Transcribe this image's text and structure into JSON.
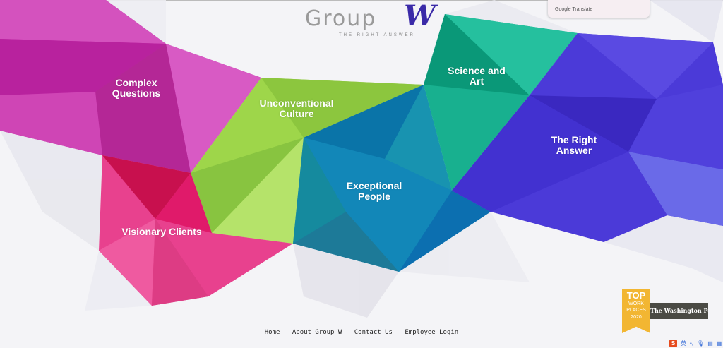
{
  "logo": {
    "word": "Group",
    "mark": "W",
    "tagline": "THE RIGHT ANSWER"
  },
  "translate": {
    "label": "Google Translate"
  },
  "segments": {
    "complex": "Complex\nQuestions",
    "culture": "Unconventional\nCulture",
    "science": "Science and\nArt",
    "answer": "The Right\nAnswer",
    "people": "Exceptional\nPeople",
    "clients": "Visionary Clients"
  },
  "footer": {
    "links": [
      "Home",
      "About Group W",
      "Contact Us",
      "Employee Login"
    ]
  },
  "badge": {
    "line1": "TOP",
    "line2": "WORK",
    "line3": "PLACES",
    "year": "2020",
    "publisher": "The Washington Post"
  },
  "ime": {
    "logo": "S",
    "lang": "英",
    "punct": "•,",
    "mic": "mic-icon",
    "keyboard": "keyboard-icon",
    "grid": "grid-icon"
  },
  "colors": {
    "magenta": "#c42aa8",
    "lime": "#9ed64a",
    "pink": "#e8418e",
    "blue": "#1287b8",
    "teal": "#18b08f",
    "purple": "#4b3ad8"
  }
}
